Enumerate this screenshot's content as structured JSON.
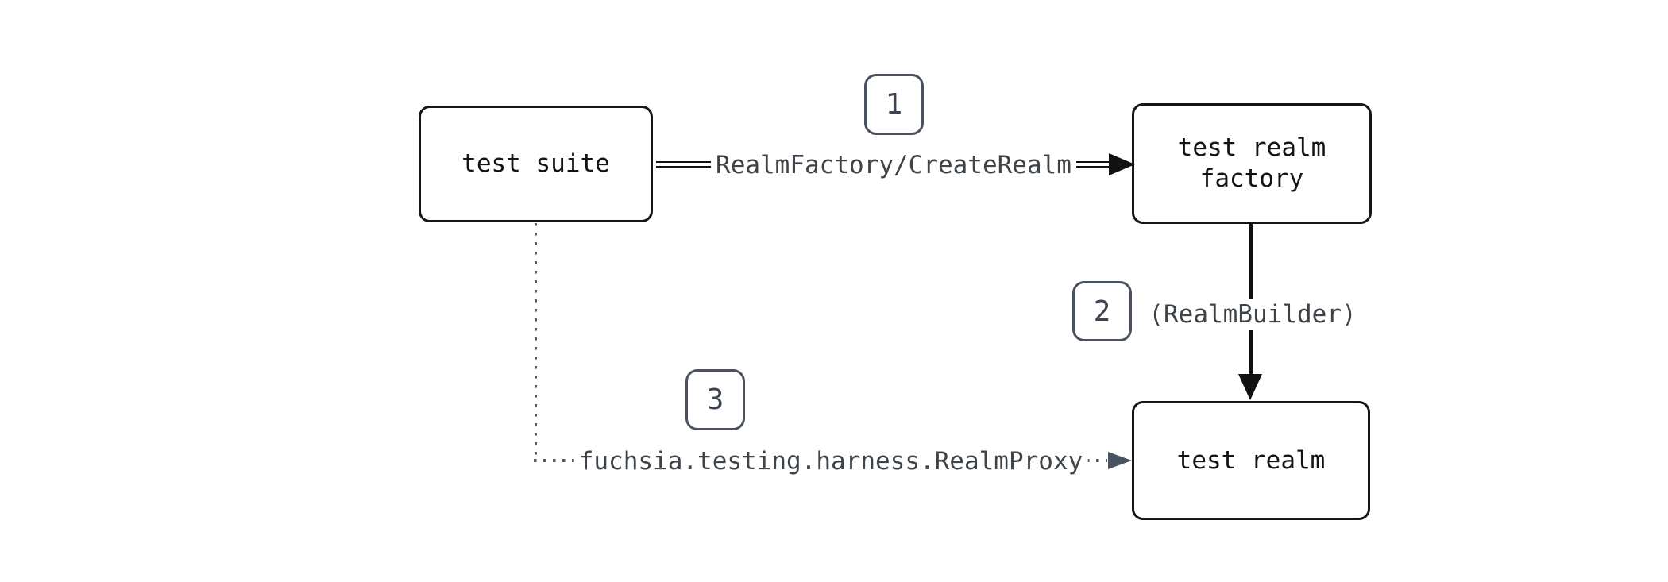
{
  "diagram": {
    "nodes": [
      {
        "id": "test-suite",
        "label": "test suite"
      },
      {
        "id": "test-realm-factory",
        "label": "test realm factory"
      },
      {
        "id": "test-realm",
        "label": "test realm"
      }
    ],
    "edges": [
      {
        "step": "1",
        "label": "RealmFactory/CreateRealm",
        "style": "solid-double",
        "from": "test-suite",
        "to": "test-realm-factory"
      },
      {
        "step": "2",
        "label": "(RealmBuilder)",
        "style": "solid",
        "from": "test-realm-factory",
        "to": "test-realm"
      },
      {
        "step": "3",
        "label": "fuchsia.testing.harness.RealmProxy",
        "style": "dotted",
        "from": "test-suite",
        "to": "test-realm"
      }
    ],
    "colors": {
      "background": "#ffffff",
      "node_border": "#161616",
      "node_text": "#141414",
      "solid_edge": "#111111",
      "edge_label_text": "#3e4348",
      "badge_border": "#49525e",
      "badge_text": "#3d4450",
      "dotted_edge": "#55585c",
      "dotted_arrowhead": "#4a5363"
    }
  }
}
